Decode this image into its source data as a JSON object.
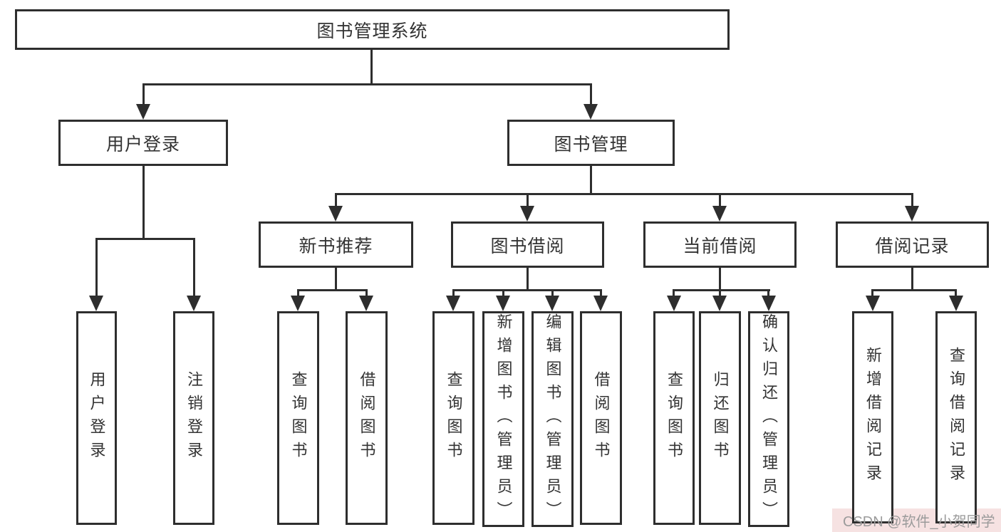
{
  "tree": {
    "label": "图书管理系统",
    "children": [
      {
        "label": "用户登录",
        "children": [
          {
            "label": "用户登录"
          },
          {
            "label": "注销登录"
          }
        ]
      },
      {
        "label": "图书管理",
        "children": [
          {
            "label": "新书推荐",
            "children": [
              {
                "label": "查询图书"
              },
              {
                "label": "借阅图书"
              }
            ]
          },
          {
            "label": "图书借阅",
            "children": [
              {
                "label": "查询图书"
              },
              {
                "label": "新增图书（管理员）"
              },
              {
                "label": "编辑图书（管理员）"
              },
              {
                "label": "借阅图书"
              }
            ]
          },
          {
            "label": "当前借阅",
            "children": [
              {
                "label": "查询图书"
              },
              {
                "label": "归还图书"
              },
              {
                "label": "确认归还（管理员）"
              }
            ]
          },
          {
            "label": "借阅记录",
            "children": [
              {
                "label": "新增借阅记录"
              },
              {
                "label": "查询借阅记录"
              }
            ]
          }
        ]
      }
    ]
  },
  "watermark": "CSDN @软件_小贺同学",
  "colors": {
    "line": "#2e2e2e",
    "text": "#333333",
    "watermark_text": "#9b9b9b",
    "watermark_bg": "#f6e2e2",
    "background": "#ffffff"
  }
}
